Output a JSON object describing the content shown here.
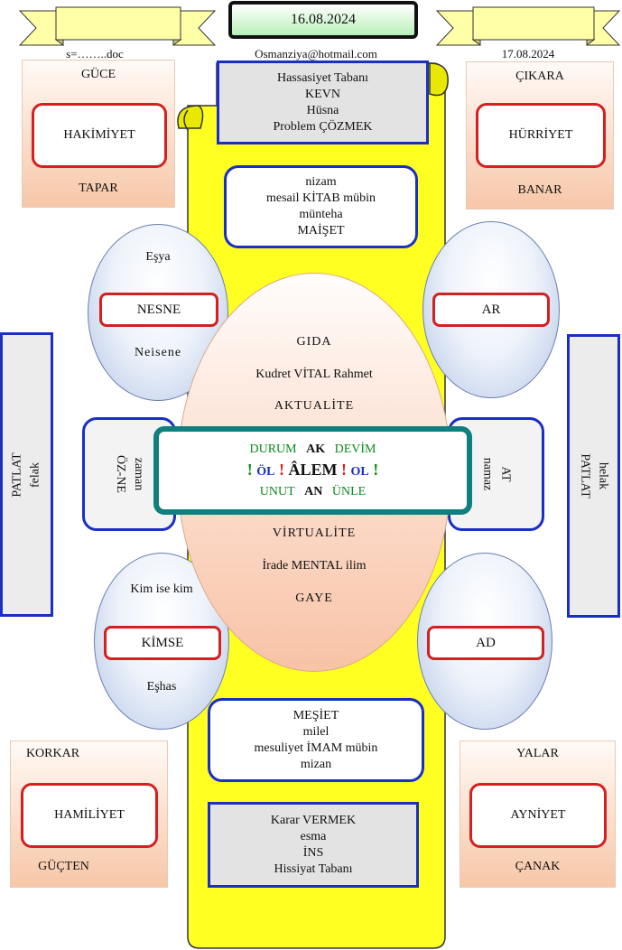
{
  "header": {
    "date_center": "16.08.2024",
    "file": "s=……..doc",
    "email": "Osmanziya@hotmail.com",
    "date_right": "17.08.2024"
  },
  "top_left": {
    "top": "GÜCE",
    "center": "HAKİMİYET",
    "bottom": "TAPAR"
  },
  "top_right": {
    "top": "ÇIKARA",
    "center": "HÜRRİYET",
    "bottom": "BANAR"
  },
  "bottom_left": {
    "top": "KORKAR",
    "center": "HAMİLİYET",
    "bottom": "GÜÇTEN"
  },
  "bottom_right": {
    "top": "YALAR",
    "center": "AYNİYET",
    "bottom": "ÇANAK"
  },
  "scroll_top": [
    "Hassasiyet Tabanı",
    "KEVN",
    "Hüsna",
    "Problem ÇÖZMEK"
  ],
  "box2": [
    "nizam",
    "mesail KİTAB mübin",
    "münteha",
    "MAİŞET"
  ],
  "box_lower": [
    "MEŞİET",
    "milel",
    "mesuliyet İMAM mübin",
    "mizan"
  ],
  "box_bottom": [
    "Karar VERMEK",
    "esma",
    "İNS",
    "Hissiyat Tabanı"
  ],
  "eggs": {
    "top_left": {
      "top": "Eşya",
      "center": "NESNE",
      "bottom": "Neisene"
    },
    "top_right": {
      "center": "AR"
    },
    "bottom_left": {
      "top": "Kim ise kim",
      "center": "KİMSE",
      "bottom": "Eşhas"
    },
    "bottom_right": {
      "center": "AD"
    }
  },
  "center_oval": {
    "upper": [
      "GIDA",
      "Kudret VİTAL Rahmet",
      "AKTUALİTE"
    ],
    "lower": [
      "VİRTUALİTE",
      "İrade MENTAL ilim",
      "GAYE"
    ]
  },
  "alem": {
    "row1": [
      "DURUM",
      "AK",
      "DEVİM"
    ],
    "row2": [
      "!",
      "ÖL",
      "!",
      "ÂLEM",
      "!",
      "OL",
      "!"
    ],
    "row3": [
      "UNUT",
      "AN",
      "ÜNLE"
    ]
  },
  "left_mid": [
    "zaman",
    "ÖZ-NE"
  ],
  "right_mid": [
    "AT",
    "namaz"
  ],
  "left_side": [
    "PATLAT",
    "felak"
  ],
  "right_side": [
    "helak",
    "PATLAT"
  ],
  "colors": {
    "scroll": "#ffff22",
    "blue_border": "#1a2fc4",
    "red_border": "#d42020",
    "teal_border": "#0f7f7f",
    "banner": "#ffffa8"
  }
}
